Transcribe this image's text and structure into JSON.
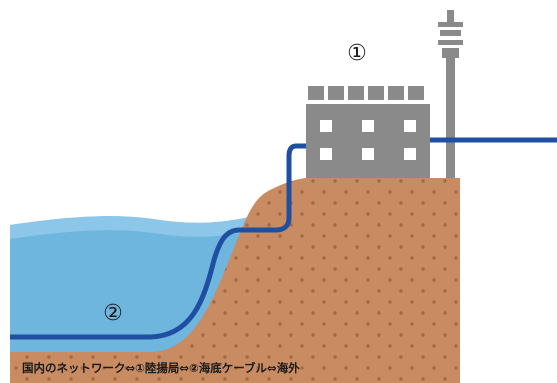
{
  "diagram": {
    "landing_station_marker": "①",
    "submarine_cable_marker": "②",
    "caption": "国内のネットワーク⇔①陸揚局⇔②海底ケーブル⇔海外"
  },
  "colors": {
    "sea": "#6fb6de",
    "sea_shallow": "#8cc6e8",
    "soil": "#c98c62",
    "soil_dots": "#a7683f",
    "building": "#8a8a8a",
    "window": "#ffffff",
    "cable": "#1f4fa0",
    "tower": "#8a8a8a"
  }
}
